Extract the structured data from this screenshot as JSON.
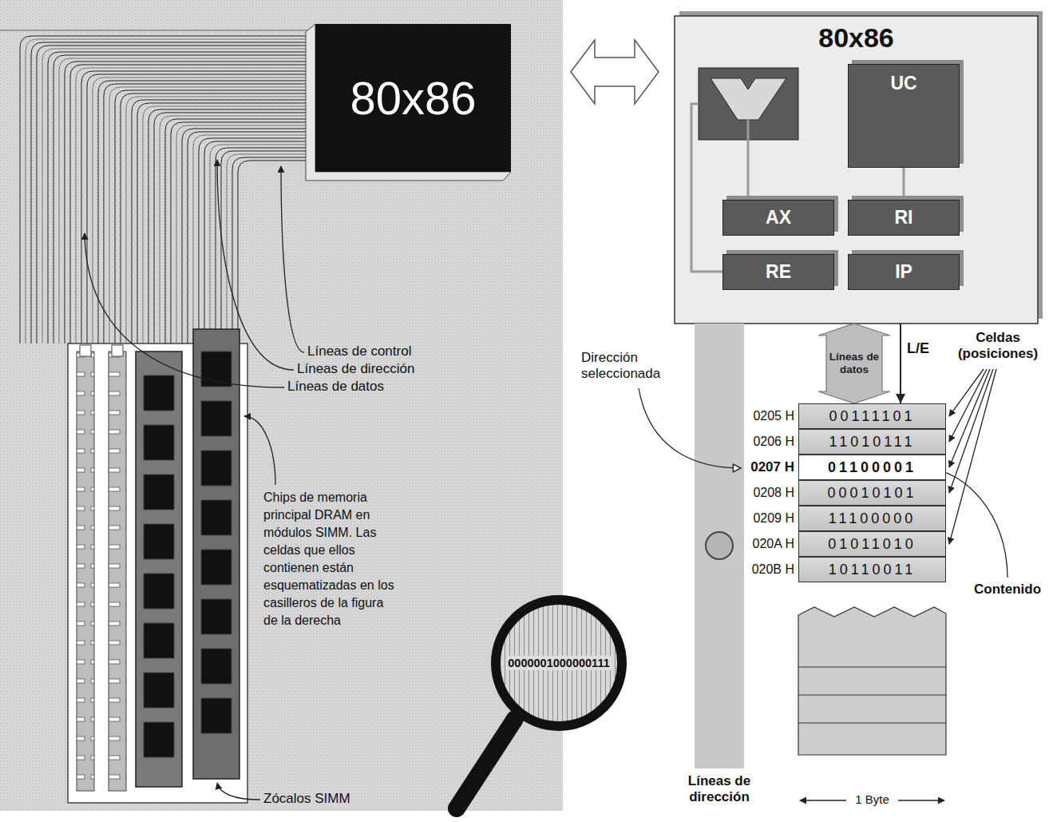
{
  "diagram": {
    "nodes": [
      {
        "text": [
          "80x86"
        ]
      },
      {
        "text": [
          "80x86"
        ]
      },
      {
        "text": [
          "UC"
        ],
        "in": 1
      },
      {
        "text": [
          "AX"
        ],
        "in": 1
      },
      {
        "text": [
          "RI"
        ],
        "in": 1
      },
      {
        "text": [
          "RE"
        ],
        "in": 1
      },
      {
        "text": [
          "IP"
        ],
        "in": 1
      },
      {
        "text": [
          "0205 H",
          "00111101"
        ]
      },
      {
        "text": [
          "0206 H",
          "11010111"
        ]
      },
      {
        "text": [
          "0207 H",
          "01100001"
        ]
      },
      {
        "text": [
          "0208 H",
          "00010101"
        ]
      },
      {
        "text": [
          "0209 H",
          "11100000"
        ]
      },
      {
        "text": [
          "020A H",
          "01011010"
        ]
      },
      {
        "text": [
          "020B H",
          "10110011"
        ]
      },
      {
        "text": [
          "0000001000000111"
        ]
      }
    ],
    "edges": [
      {
        "from": 2,
        "to": 4,
        "arrow": "none"
      },
      {
        "from": 1,
        "to": 7,
        "label": "L/E",
        "arrow": "to"
      },
      {
        "from": 1,
        "to": 7,
        "label": "Líneas de datos",
        "arrow": "both"
      }
    ],
    "labels": [
      "Líneas de control",
      "Líneas de dirección",
      "Líneas de datos",
      "Chips de memoria principal DRAM en módulos SIMM. Las celdas que ellos contienen están esquematizadas en los casilleros de la figura de la derecha",
      "Zócalos SIMM",
      "Dirección seleccionada",
      "Celdas (posiciones)",
      "Contenido",
      "Líneas de dirección",
      "1 Byte"
    ]
  }
}
